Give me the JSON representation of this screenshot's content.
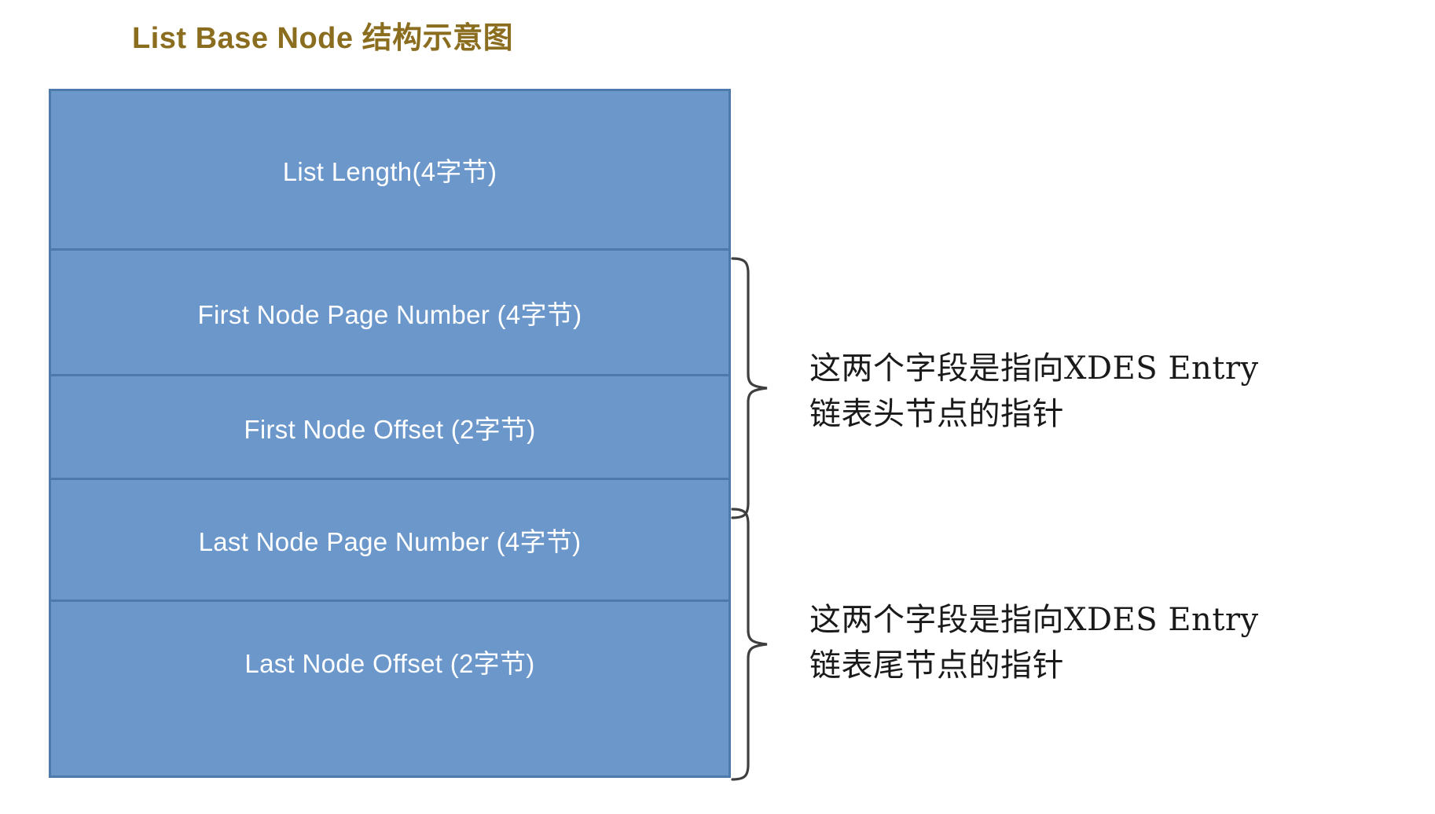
{
  "title": "List Base Node 结构示意图",
  "colors": {
    "title_text": "#8a6d1f",
    "box_fill": "#6b97ca",
    "box_border": "#4e7aab",
    "field_text": "#ffffff",
    "annotation_text": "#1a1a1a",
    "brace_stroke": "#3f3f3f",
    "page_background": "#ffffff"
  },
  "structure": {
    "name": "List Base Node",
    "fields": [
      {
        "label": "List Length(4字节)",
        "size_bytes": 4,
        "name": "List Length"
      },
      {
        "label": "First Node Page Number (4字节)",
        "size_bytes": 4,
        "name": "First Node Page Number"
      },
      {
        "label": "First Node Offset (2字节)",
        "size_bytes": 2,
        "name": "First Node Offset"
      },
      {
        "label": "Last Node Page Number (4字节)",
        "size_bytes": 4,
        "name": "Last Node Page Number"
      },
      {
        "label": "Last Node Offset (2字节)",
        "size_bytes": 2,
        "name": "Last Node Offset"
      }
    ]
  },
  "annotations": [
    {
      "id": "head-pointer-note",
      "text": "这两个字段是指向XDES Entry\n链表头节点的指针",
      "covers_fields": [
        "First Node Page Number (4字节)",
        "First Node Offset (2字节)"
      ]
    },
    {
      "id": "tail-pointer-note",
      "text": "这两个字段是指向XDES Entry\n链表尾节点的指针",
      "covers_fields": [
        "Last Node Page Number (4字节)",
        "Last Node Offset (2字节)"
      ]
    }
  ]
}
